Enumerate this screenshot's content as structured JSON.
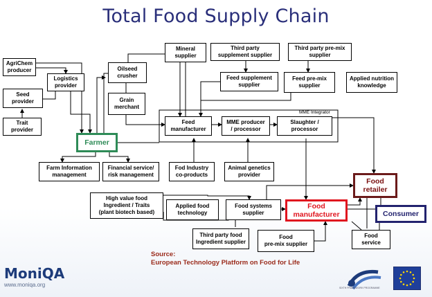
{
  "title": "Total Food Supply Chain",
  "boxes": {
    "agrichem": "AgriChem\nproducer",
    "logistics": "Logistics\nprovider",
    "seed": "Seed\nprovider",
    "trait": "Trait\nprovider",
    "farmer": "Farmer",
    "oilseed": "Oilseed\ncrusher",
    "grain": "Grain\nmerchant",
    "mineral": "Mineral\nsupplier",
    "third_supplement": "Third party\nsupplement supplier",
    "third_premix": "Third party pre-mix\nsupplier",
    "feed_supplement": "Feed supplement\nsupplier",
    "feed_premix": "Feed pre-mix\nsupplier",
    "applied_nutrition": "Applied nutrition\nknowledge",
    "feed_manufacturer": "Feed\nmanufacturer",
    "mme_producer": "MME producer\n/ processor",
    "slaughter": "Slaughter /\nprocessor",
    "farm_info": "Farm Information\nmanagement",
    "financial": "Financial service/\nrisk management",
    "fod_industry": "Fod Industry\nco-products",
    "animal_genetics": "Animal genetics\nprovider",
    "high_value": "High value food\nIngredient / Traits\n(plant biotech based)",
    "applied_food": "Applied food\ntechnology",
    "food_systems": "Food systems\nsupplier",
    "food_manufacturer": "Food\nmanufacturer",
    "food_retailer": "Food\nretailer",
    "consumer": "Consumer",
    "third_food_ingredient": "Third party food\nIngredient supplier",
    "food_premix": "Food\npre-mix supplier",
    "food_service": "Food\nservice"
  },
  "mme_integrator": "MME Integrator",
  "source": {
    "line1": "Source:",
    "line2": "European Technology Platform on Food for Life"
  },
  "logo": {
    "name": "MoniQA",
    "url": "www.moniqa.org",
    "right_caption": "SIXTH FRAMEWORK PROGRAMME"
  },
  "colors": {
    "title": "#2a2f7a",
    "farmer": "#2e8b57",
    "retailer": "#6b1a1a",
    "manufacturer": "#e0141e",
    "consumer": "#22226e",
    "source": "#9a2a1a"
  }
}
